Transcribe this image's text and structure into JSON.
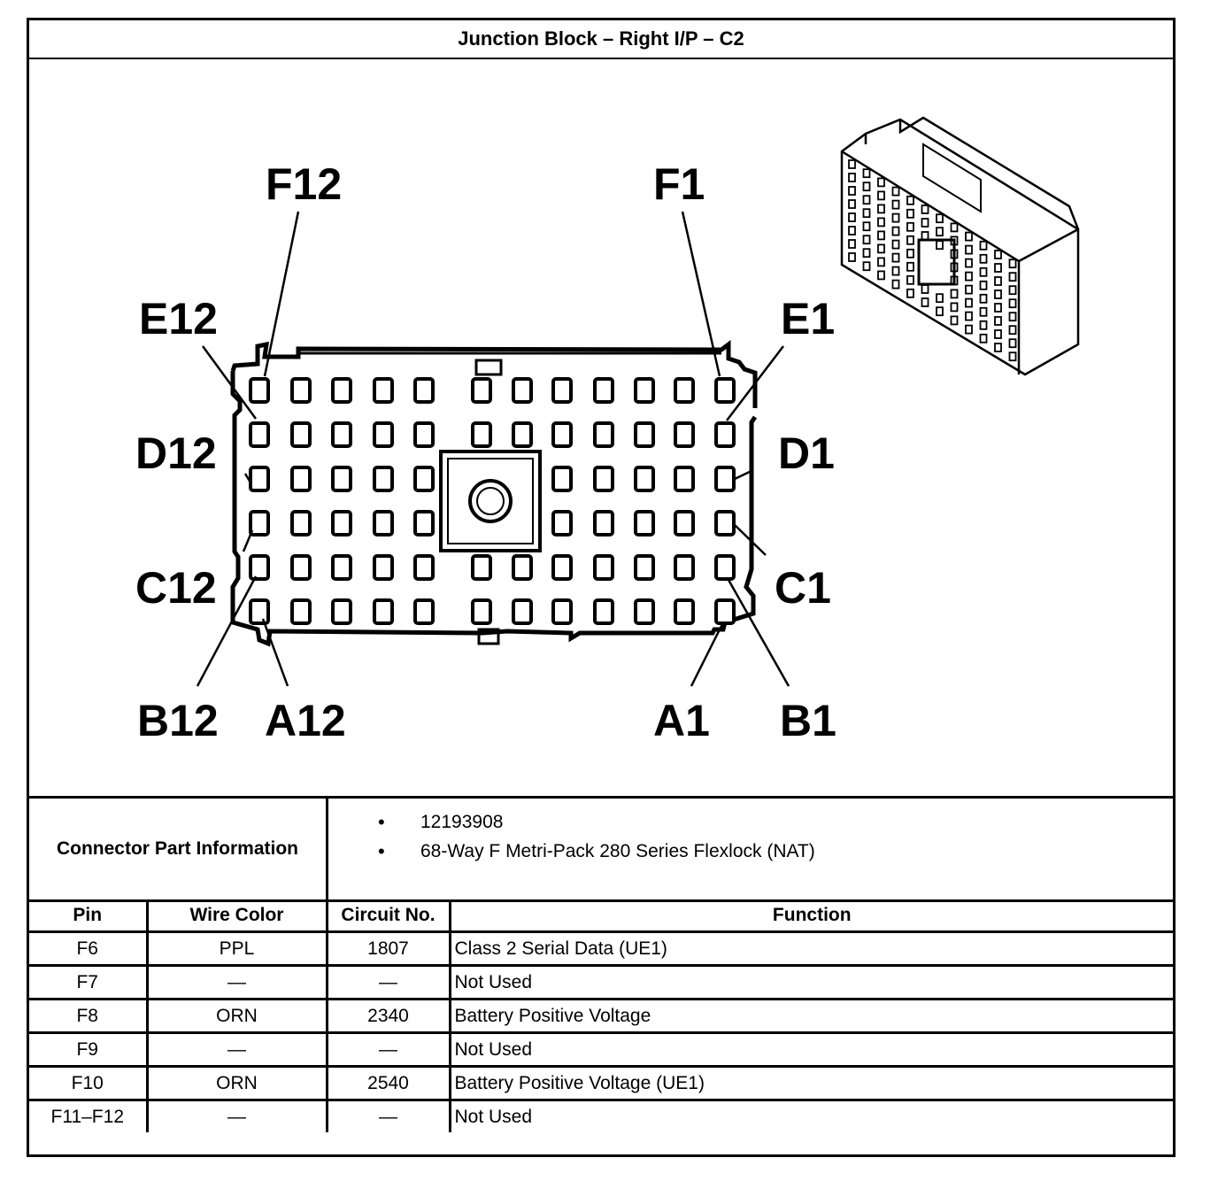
{
  "title": "Junction Block – Right I/P – C2",
  "diagram": {
    "pin_labels": {
      "F12": "F12",
      "F1": "F1",
      "E12": "E12",
      "E1": "E1",
      "D12": "D12",
      "D1": "D1",
      "C12": "C12",
      "C1": "C1",
      "B12": "B12",
      "A12": "A12",
      "A1": "A1",
      "B1": "B1"
    },
    "connector_icon": "connector-isometric-icon"
  },
  "connector_info": {
    "label": "Connector Part Information",
    "items": [
      "12193908",
      "68-Way F Metri-Pack 280 Series Flexlock (NAT)"
    ]
  },
  "pin_table": {
    "headers": [
      "Pin",
      "Wire Color",
      "Circuit No.",
      "Function"
    ],
    "rows": [
      [
        "F6",
        "PPL",
        "1807",
        "Class 2 Serial Data (UE1)"
      ],
      [
        "F7",
        "—",
        "—",
        "Not Used"
      ],
      [
        "F8",
        "ORN",
        "2340",
        "Battery Positive Voltage"
      ],
      [
        "F9",
        "—",
        "—",
        "Not Used"
      ],
      [
        "F10",
        "ORN",
        "2540",
        "Battery Positive Voltage (UE1)"
      ],
      [
        "F11–F12",
        "—",
        "—",
        "Not Used"
      ]
    ]
  }
}
